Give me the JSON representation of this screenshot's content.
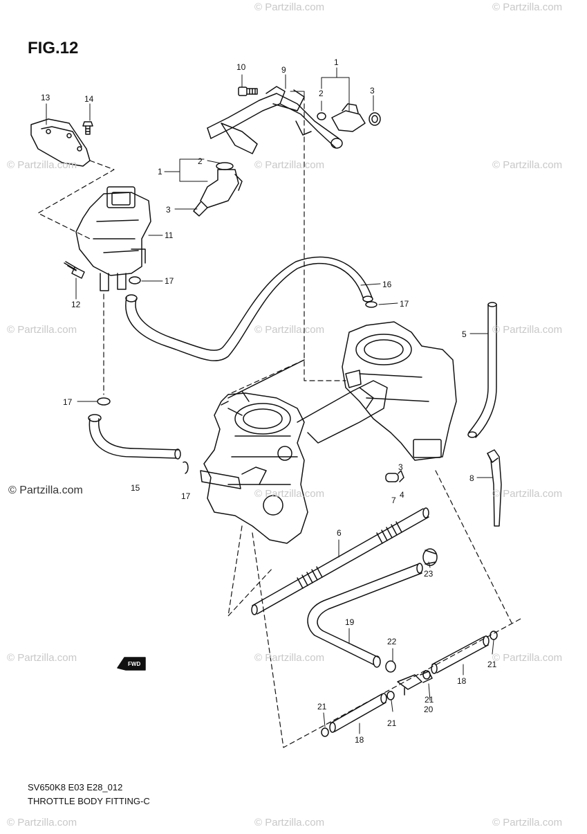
{
  "figure_title": "FIG.12",
  "brand": "© Partzilla.com",
  "watermark": "© Partzilla.com",
  "caption_code": "SV650K8 E03 E28_012",
  "caption_title": "THROTTLE BODY FITTING-C",
  "callouts": {
    "c1a": "1",
    "c2a": "2",
    "c3a": "3",
    "c10": "10",
    "c9": "9",
    "c13": "13",
    "c14": "14",
    "c1b": "1",
    "c2b": "2",
    "c3b": "3",
    "c11": "11",
    "c12": "12",
    "c17a": "17",
    "c16": "16",
    "c17b": "17",
    "c5": "5",
    "c17c": "17",
    "c15": "15",
    "c17d": "17",
    "c3c": "3",
    "c4": "4",
    "c7": "7",
    "c8": "8",
    "c6": "6",
    "c23": "23",
    "c19": "19",
    "c22": "22",
    "c21a": "21",
    "c18a": "18",
    "c20": "20",
    "c21b": "21",
    "c21c": "21",
    "c21d": "21",
    "c18b": "18"
  },
  "fwd_label": "FWD"
}
